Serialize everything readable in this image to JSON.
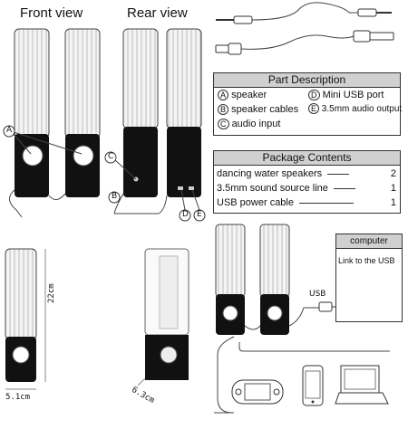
{
  "views": {
    "front": "Front view",
    "rear": "Rear view"
  },
  "callouts": {
    "a": "A",
    "b": "B",
    "c": "C",
    "d": "D",
    "e": "E"
  },
  "part_description": {
    "title": "Part Description",
    "items": [
      {
        "mark": "A",
        "label": "speaker"
      },
      {
        "mark": "D",
        "label": "Mini USB port"
      },
      {
        "mark": "B",
        "label": "speaker cables"
      },
      {
        "mark": "E",
        "label": "3.5mm audio output"
      },
      {
        "mark": "C",
        "label": "audio input"
      }
    ]
  },
  "package_contents": {
    "title": "Package Contents",
    "items": [
      {
        "label": "dancing water speakers",
        "qty": "2"
      },
      {
        "label": "3.5mm sound source line",
        "qty": "1"
      },
      {
        "label": "USB power cable",
        "qty": "1"
      }
    ]
  },
  "dimensions": {
    "height": "22cm",
    "width": "5.1cm",
    "depth": "6.3cm"
  },
  "computer_box": {
    "title": "computer",
    "text": "Link to the USB"
  },
  "usb_label": "USB"
}
